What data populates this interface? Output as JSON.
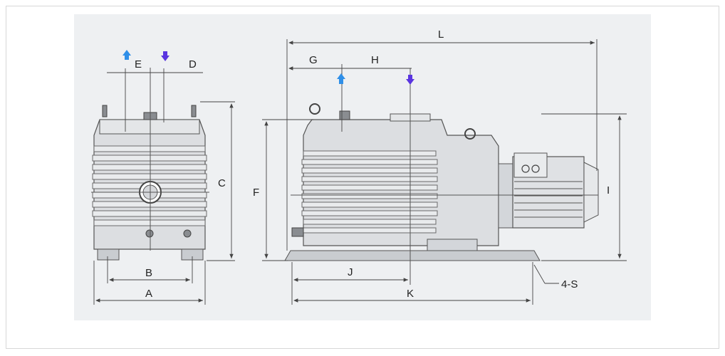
{
  "labels": {
    "A": "A",
    "B": "B",
    "C": "C",
    "D": "D",
    "E": "E",
    "F": "F",
    "G": "G",
    "H": "H",
    "I": "I",
    "J": "J",
    "K": "K",
    "L": "L",
    "S": "4-S"
  },
  "colors": {
    "arrow_in": "#2f8fe8",
    "arrow_out": "#5a35e0",
    "panel": "#eef0f2",
    "line": "#444444"
  }
}
